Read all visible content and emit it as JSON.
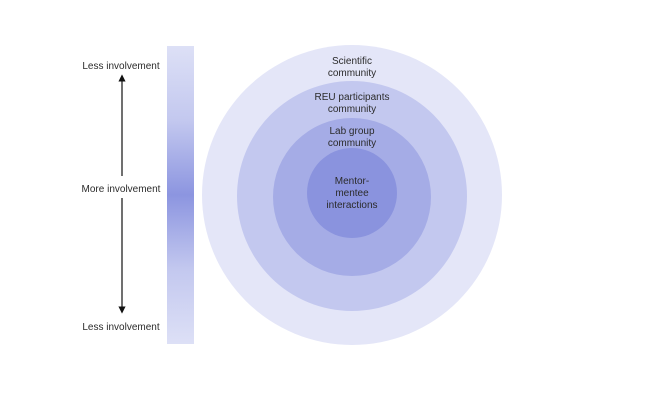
{
  "scale": {
    "top_label": "Less involvement",
    "middle_label": "More involvement",
    "bottom_label": "Less involvement"
  },
  "rings": [
    {
      "line1": "Scientific",
      "line2": "community",
      "color": "#e4e6f8"
    },
    {
      "line1": "REU participants",
      "line2": "community",
      "color": "#c3c8ef"
    },
    {
      "line1": "Lab group",
      "line2": "community",
      "color": "#a5ace6"
    },
    {
      "line1": "Mentor-",
      "line2": "mentee",
      "line3": "interactions",
      "color": "#8a93de"
    }
  ]
}
